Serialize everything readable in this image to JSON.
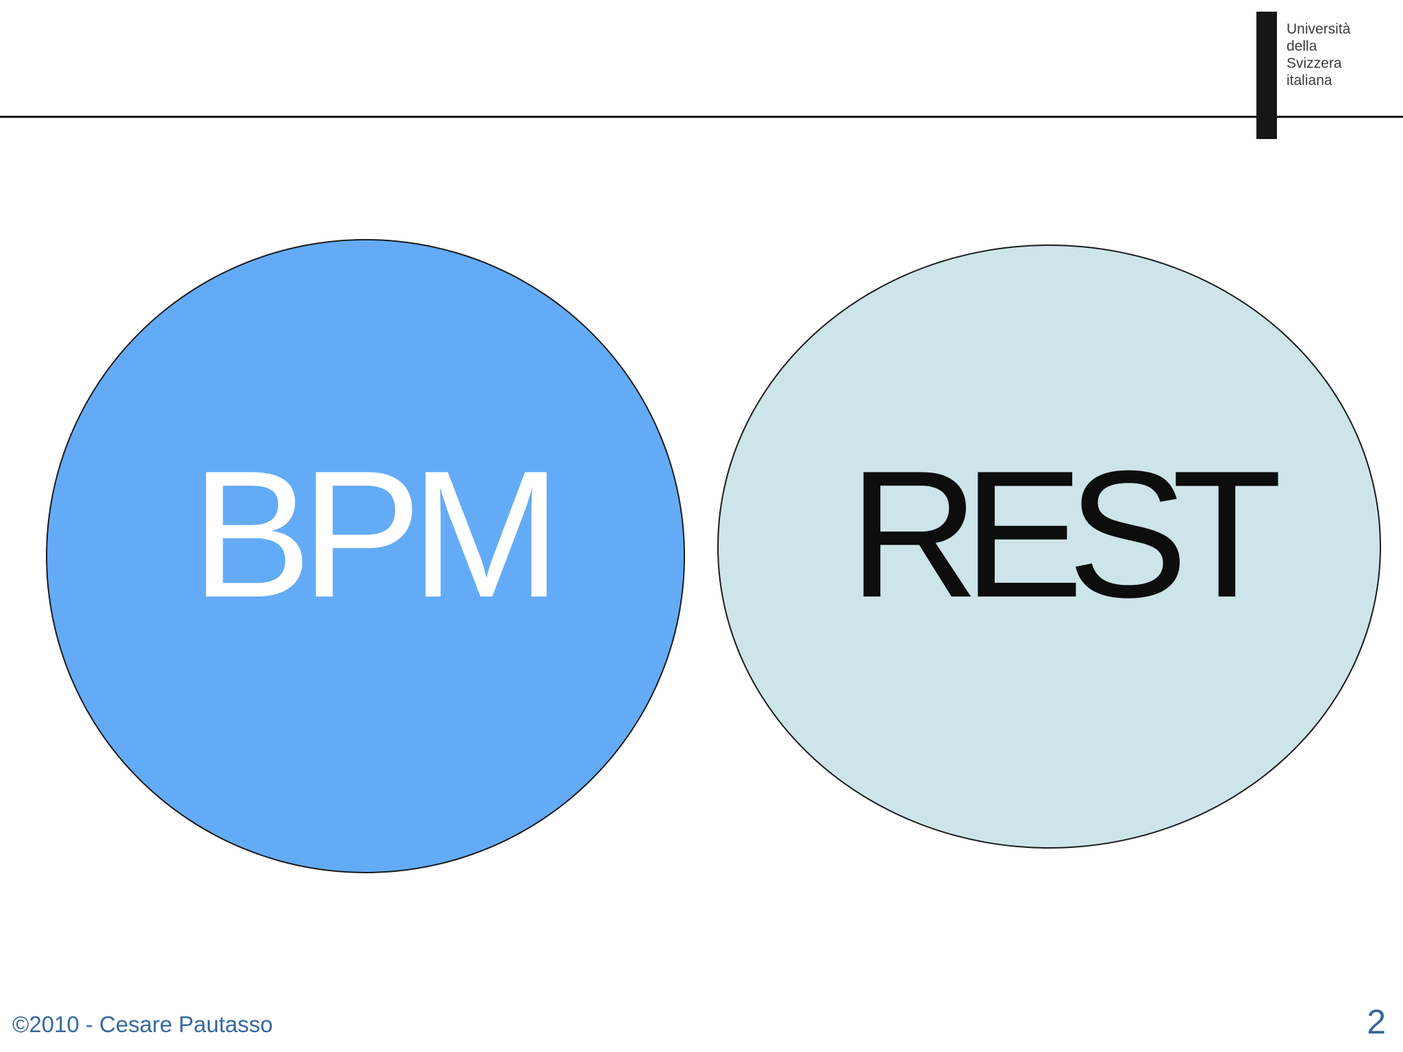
{
  "slide": {
    "logo": {
      "bar_color": "#161616",
      "lines": [
        "Università",
        "della",
        "Svizzera",
        "italiana"
      ],
      "text_color": "#3b3b3b"
    },
    "shapes": {
      "bpm": {
        "label": "BPM",
        "fill": "#64abf7",
        "text_color": "#ffffff",
        "stroke": "#1a1a1a"
      },
      "rest": {
        "label": "REST",
        "fill": "#cde4e9",
        "text_color": "#0d0d0d",
        "stroke": "#1a1a1a"
      }
    },
    "footer": {
      "copyright": "©2010 - Cesare Pautasso",
      "page_number": "2",
      "text_color": "#35689f"
    }
  }
}
